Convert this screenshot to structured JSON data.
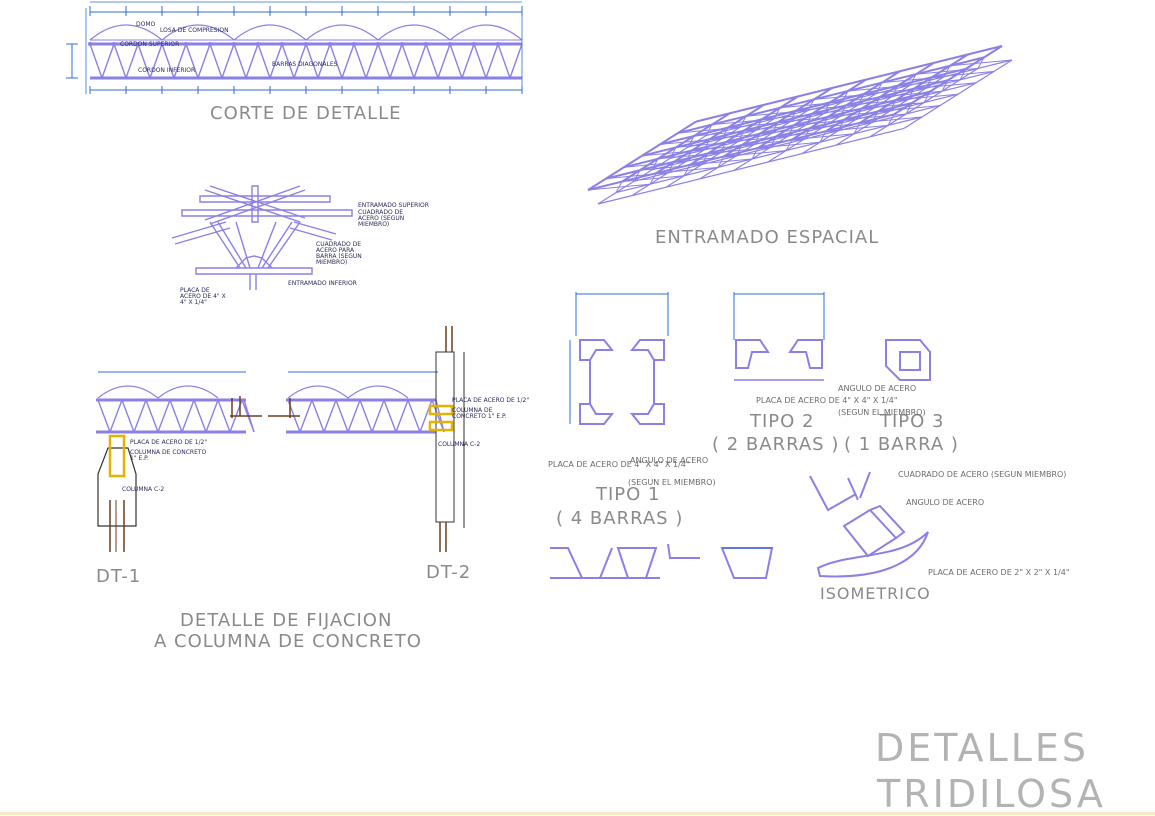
{
  "titles": {
    "corte": "CORTE DE DETALLE",
    "entramado": "ENTRAMADO ESPACIAL",
    "dt1": "DT-1",
    "dt2": "DT-2",
    "fijacion_1": "DETALLE DE FIJACION",
    "fijacion_2": "A COLUMNA DE CONCRETO",
    "tipo1": "TIPO 1",
    "tipo1_sub": "( 4 BARRAS )",
    "tipo2": "TIPO 2",
    "tipo2_sub": "( 2 BARRAS )",
    "tipo3": "TIPO 3",
    "tipo3_sub": "( 1 BARRA )",
    "isometrico": "ISOMETRICO",
    "sheet_1": "DETALLES",
    "sheet_2": "TRIDILOSA"
  },
  "notes": {
    "entramado_superior": "ENTRAMADO SUPERIOR",
    "cuadrado_acero_segun": "CUADRADO DE ACERO (SEGUN MIEMBRO)",
    "cuadrado_para_barra": "CUADRADO DE ACERO PARA BARRA (SEGUN MIEMBRO)",
    "entramado_inferior": "ENTRAMADO INFERIOR",
    "placa_4x4": "PLACA DE ACERO DE 4\" X 4\" X 1/4\"",
    "placa_2x2": "PLACA DE ACERO DE 2\" X 2\" X 1/4\"",
    "angulo_acero": "ANGULO DE ACERO",
    "segun_miembro": "(SEGUN EL MIEMBRO)",
    "cuadrado_de_acero": "CUADRADO DE ACERO (SEGUN MIEMBRO)",
    "angulo_de_acero": "ANGULO DE ACERO",
    "placa_half": "PLACA DE ACERO DE 1/2\"",
    "columna_concreto": "COLUMNA DE CONCRETO 1\" E.P.",
    "columna_c2": "COLUMNA C-2",
    "cordon_superior": "CORDON SUPERIOR",
    "cordon_inferior": "CORDON INFERIOR",
    "barras_diagonales": "BARRAS DIAGONALES",
    "losa_compresion": "LOSA DE COMPRESION",
    "domo": "DOMO"
  },
  "colors": {
    "truss": "#8a80e6",
    "dimension": "#2f6fd6",
    "column": "#6b3e20",
    "plate": "#e0b400",
    "label": "#8a8a8a",
    "sheet_title": "#b3b3b3"
  }
}
